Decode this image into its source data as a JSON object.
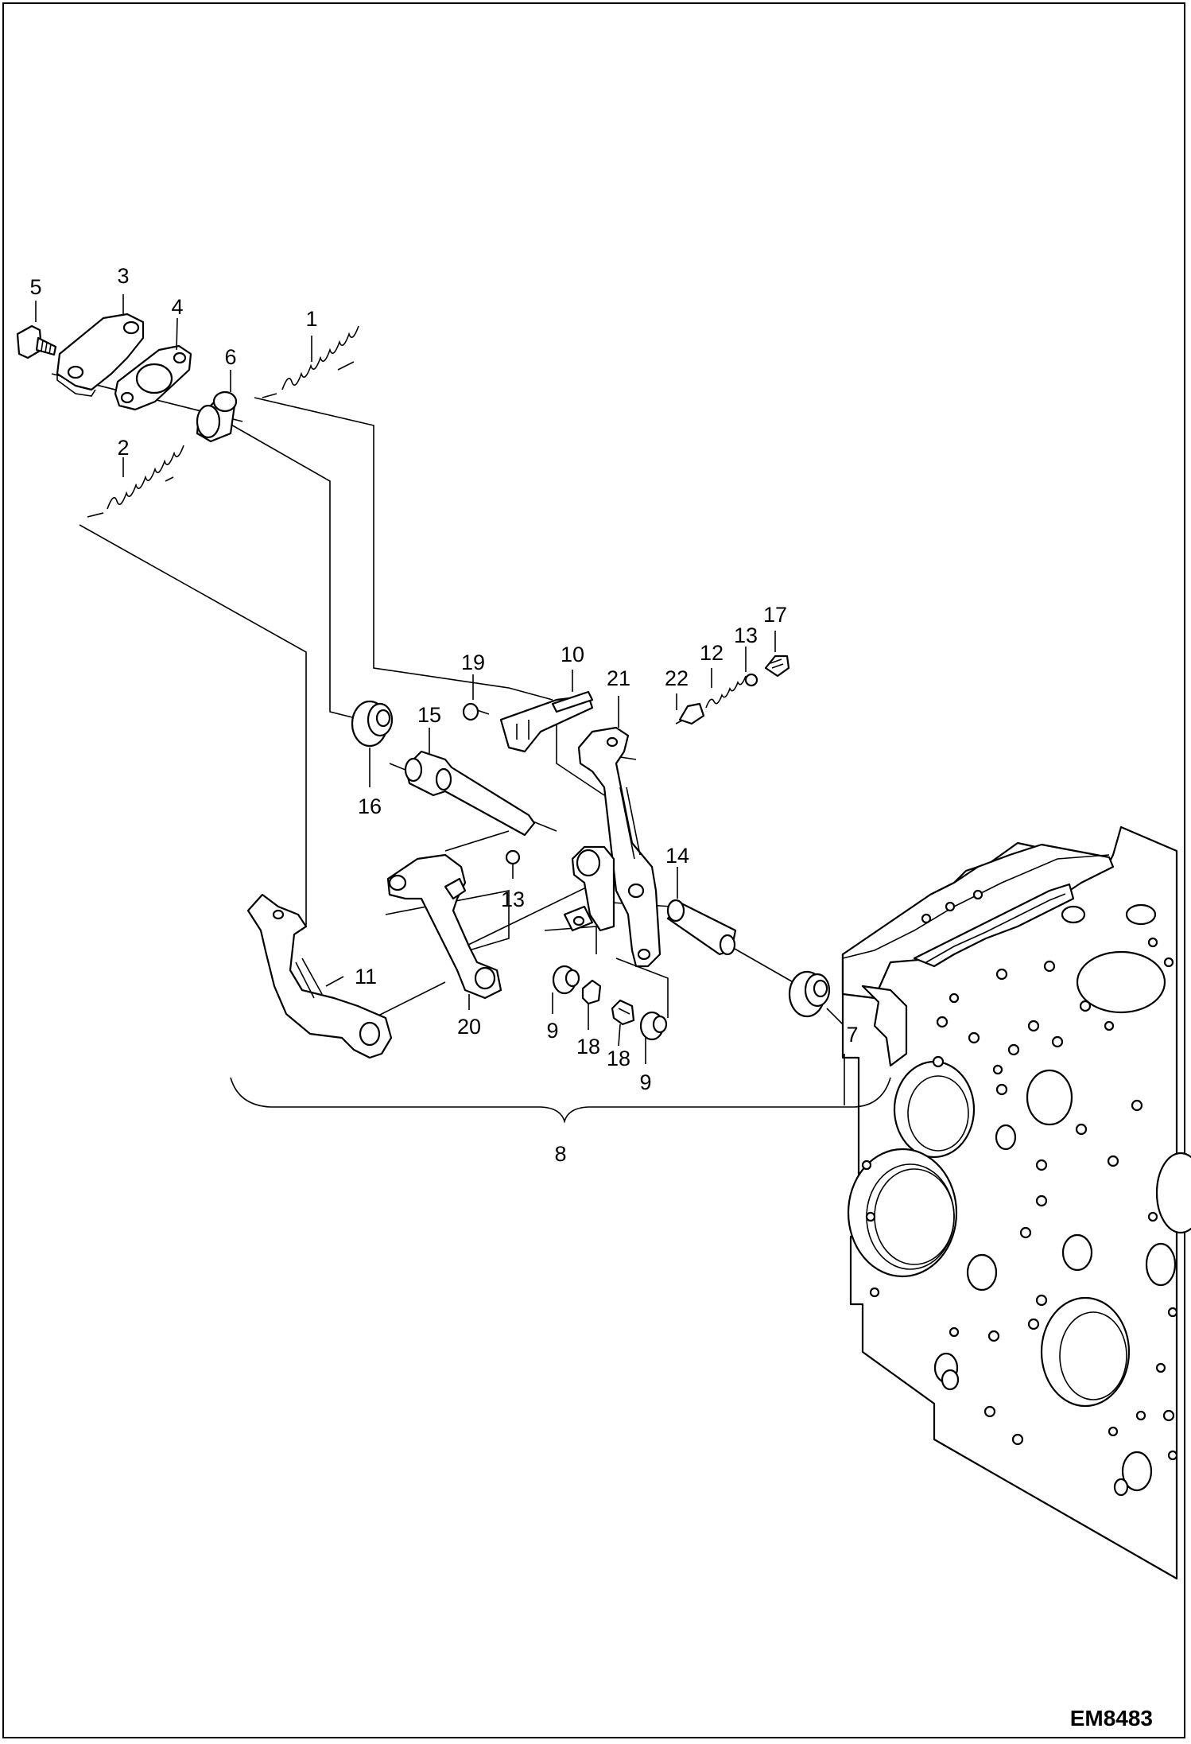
{
  "diagram": {
    "drawing_code": "EM8483",
    "callouts": [
      {
        "id": "c1",
        "text": "1"
      },
      {
        "id": "c2",
        "text": "2"
      },
      {
        "id": "c3",
        "text": "3"
      },
      {
        "id": "c4",
        "text": "4"
      },
      {
        "id": "c5",
        "text": "5"
      },
      {
        "id": "c6",
        "text": "6"
      },
      {
        "id": "c7",
        "text": "7"
      },
      {
        "id": "c8",
        "text": "8"
      },
      {
        "id": "c9a",
        "text": "9"
      },
      {
        "id": "c9b",
        "text": "9"
      },
      {
        "id": "c10",
        "text": "10"
      },
      {
        "id": "c11",
        "text": "11"
      },
      {
        "id": "c12",
        "text": "12"
      },
      {
        "id": "c13a",
        "text": "13"
      },
      {
        "id": "c13b",
        "text": "13"
      },
      {
        "id": "c14",
        "text": "14"
      },
      {
        "id": "c15",
        "text": "15"
      },
      {
        "id": "c16",
        "text": "16"
      },
      {
        "id": "c17",
        "text": "17"
      },
      {
        "id": "c18a",
        "text": "18"
      },
      {
        "id": "c18b",
        "text": "18"
      },
      {
        "id": "c19",
        "text": "19"
      },
      {
        "id": "c20",
        "text": "20"
      },
      {
        "id": "c21",
        "text": "21"
      },
      {
        "id": "c22",
        "text": "22"
      }
    ]
  }
}
